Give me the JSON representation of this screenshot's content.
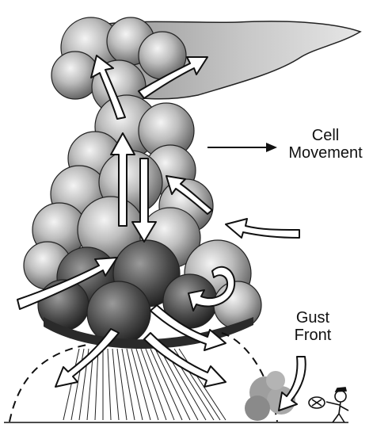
{
  "labels": {
    "cell_movement_line1": "Cell",
    "cell_movement_line2": "Movement",
    "gust_front_line1": "Gust",
    "gust_front_line2": "Front"
  },
  "colors": {
    "cloud_light": "#e4e4e4",
    "cloud_mid": "#9a9a9a",
    "cloud_dark": "#333333",
    "outline": "#111111",
    "arrow_fill": "#ffffff"
  }
}
